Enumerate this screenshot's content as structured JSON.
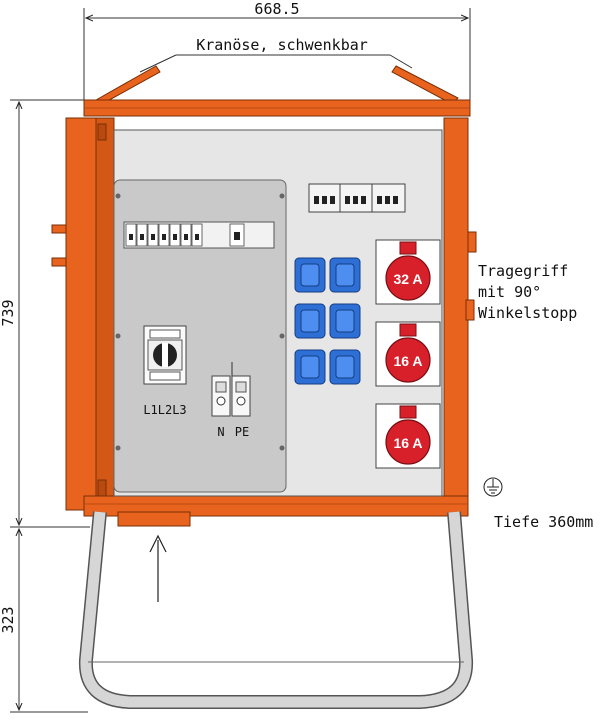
{
  "dimensions": {
    "width": "668.5",
    "height_cabinet": "739",
    "height_stand": "323"
  },
  "labels": {
    "crane_eye": "Kranöse, schwenkbar",
    "handle_line1": "Tragegriff",
    "handle_line2": "mit 90°",
    "handle_line3": "Winkelstopp",
    "depth": "Tiefe 360mm",
    "switch_phases": "L1L2L3",
    "terminal_n": "N",
    "terminal_pe": "PE"
  },
  "sockets_cee": [
    {
      "rating": "32 A"
    },
    {
      "rating": "16 A"
    },
    {
      "rating": "16 A"
    }
  ],
  "colors": {
    "housing": "#e8641e",
    "housing_dark": "#b84a10",
    "panel": "#e6e6e6",
    "mount_plate": "#c9c9c9",
    "schuko": "#2e6fd6",
    "cee": "#d8202a",
    "stand": "#d0d0d0"
  },
  "icons": [
    "ground-symbol-icon",
    "arrow-up-icon"
  ]
}
